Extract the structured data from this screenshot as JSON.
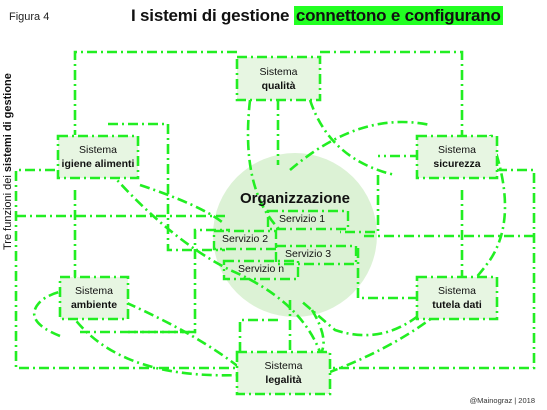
{
  "figure_label": "Figura 4",
  "title": {
    "plain": "I sistemi di gestione ",
    "highlight": "connettono e configurano"
  },
  "side_label": {
    "plain": "Tre funzioni dei ",
    "bold": "sistemi di gestione"
  },
  "credit": "@Mainograz | 2018",
  "colors": {
    "accent": "#22ee22",
    "highlight": "#22ff22",
    "box_fill": "#e7f6e2",
    "circle_fill": "#dcf2d5"
  },
  "systems": {
    "qualita": {
      "line1": "Sistema",
      "line2": "qualità"
    },
    "igiene": {
      "line1": "Sistema",
      "line2": "igiene alimenti"
    },
    "sicurezza": {
      "line1": "Sistema",
      "line2": "sicurezza"
    },
    "ambiente": {
      "line1": "Sistema",
      "line2": "ambiente"
    },
    "tutela": {
      "line1": "Sistema",
      "line2": "tutela dati"
    },
    "legalita": {
      "line1": "Sistema",
      "line2": "legalità"
    }
  },
  "organization": {
    "title": "Organizzazione",
    "services": [
      "Servizio 1",
      "Servizio 2",
      "Servizio 3",
      "Servizio n"
    ]
  }
}
